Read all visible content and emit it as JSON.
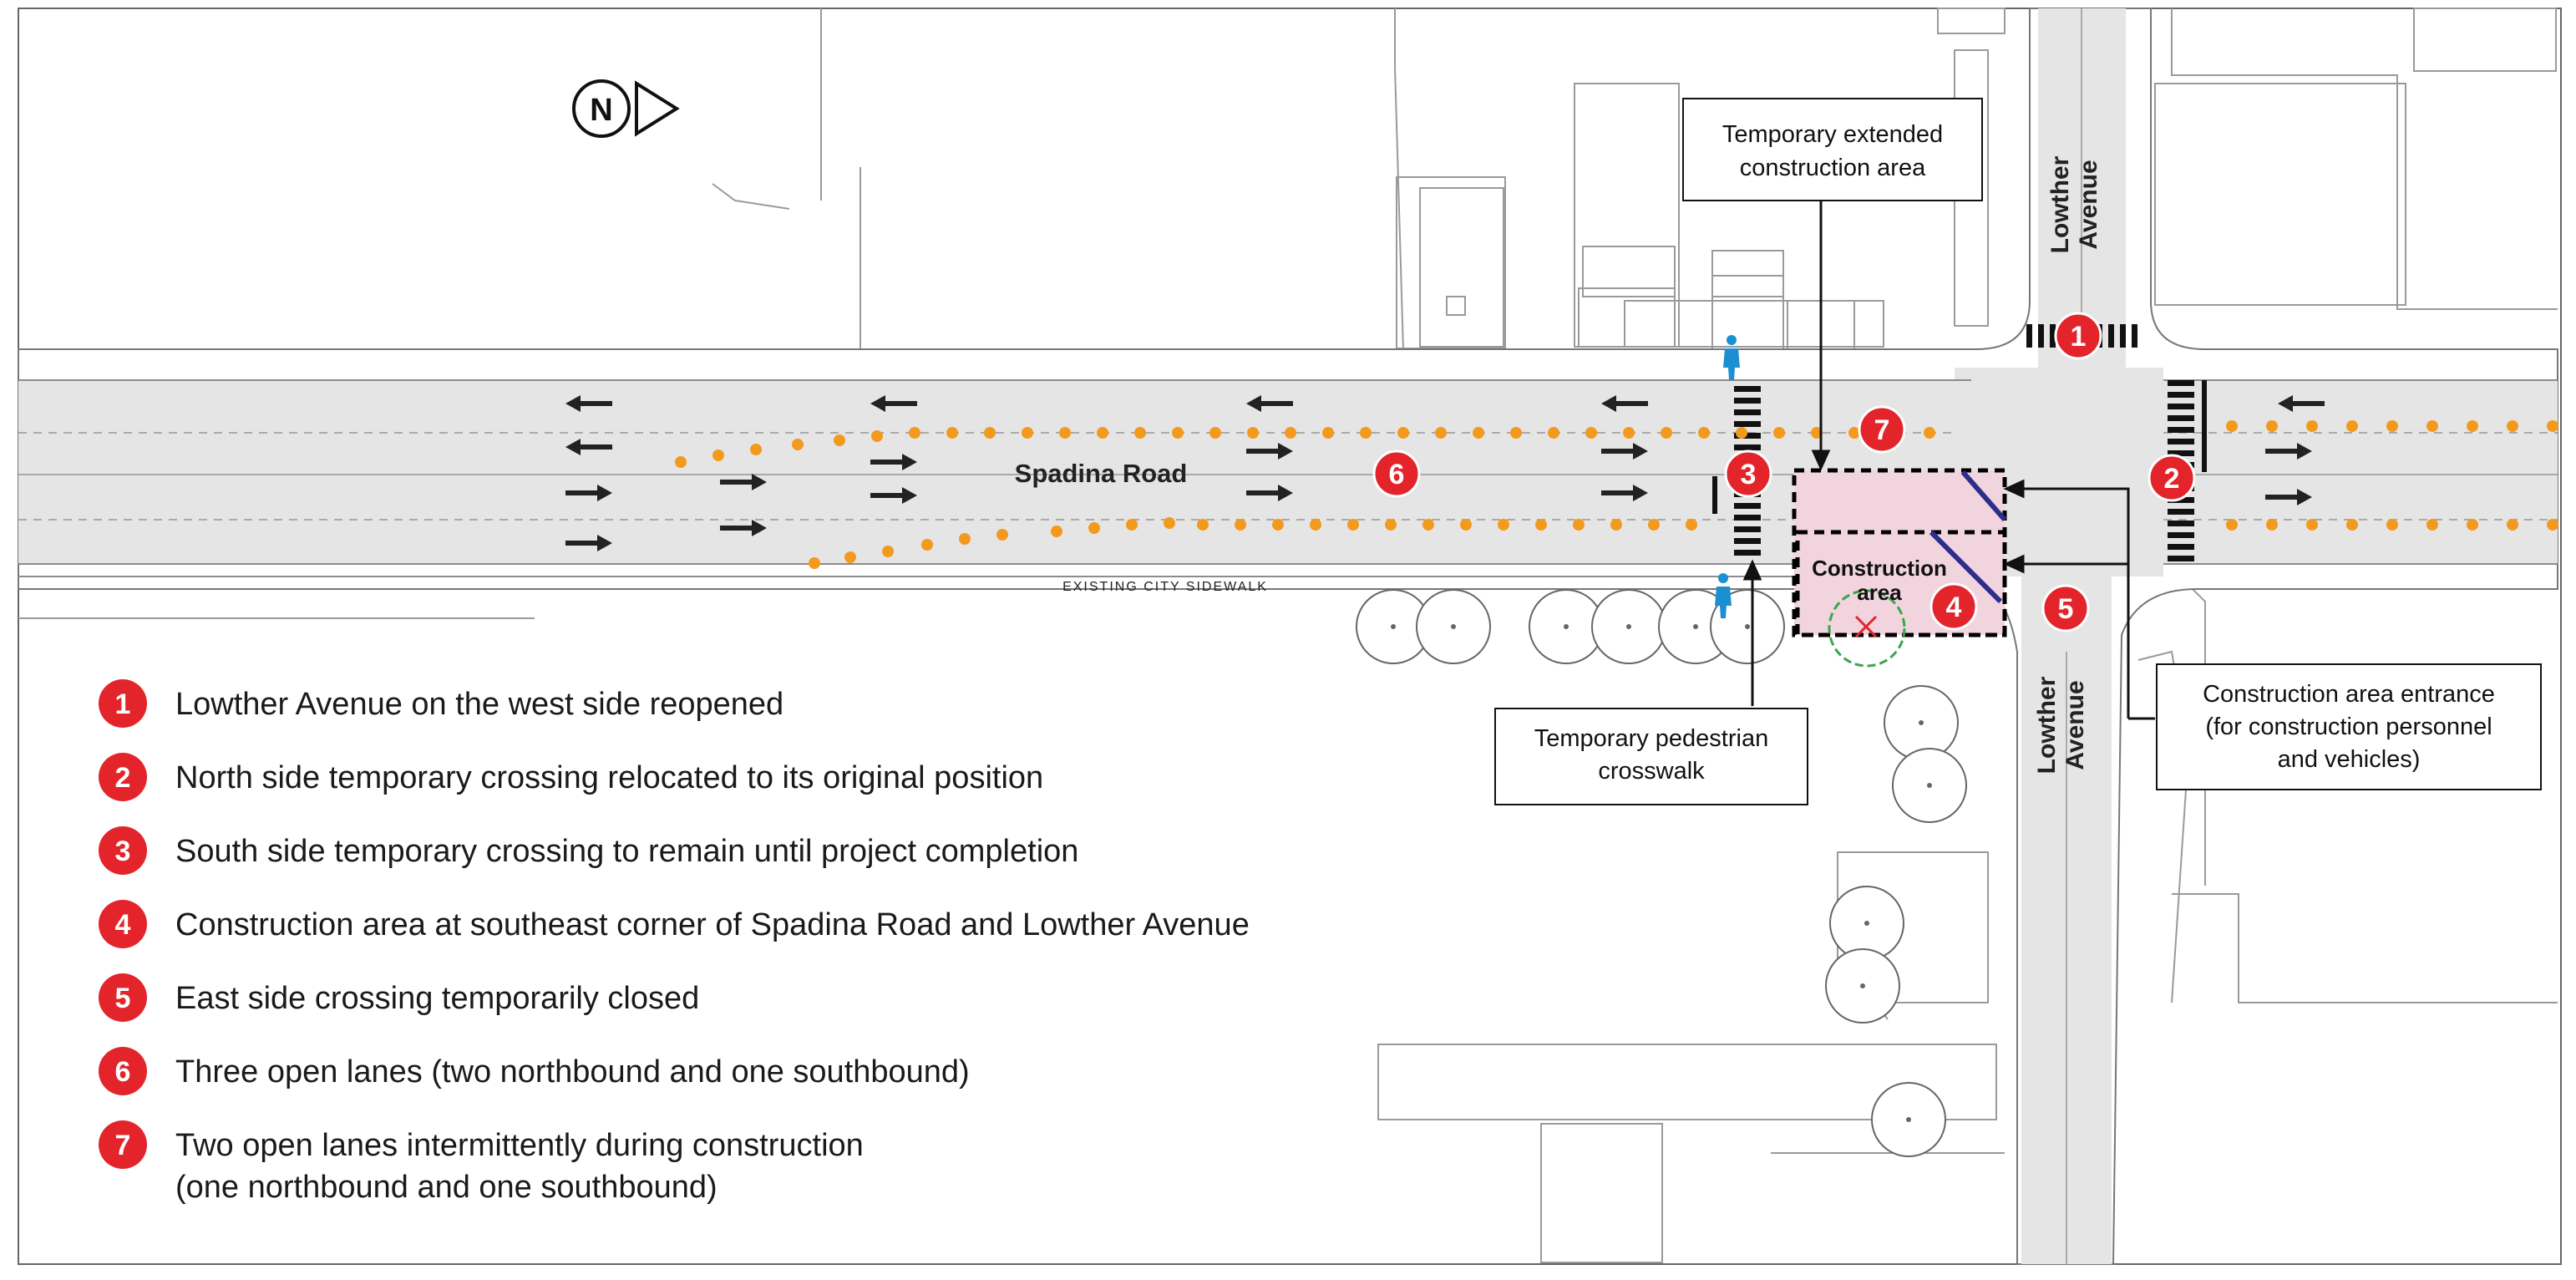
{
  "labels": {
    "spadina_road": "Spadina Road",
    "lowther_north_line1": "Lowther",
    "lowther_north_line2": "Avenue",
    "lowther_south_line1": "Lowther",
    "lowther_south_line2": "Avenue",
    "existing_sidewalk": "EXISTING CITY SIDEWALK",
    "construction_area_line1": "Construction",
    "construction_area_line2": "area",
    "north_symbol": "N"
  },
  "callouts": {
    "extended_area": [
      "Temporary extended",
      "construction area"
    ],
    "ped_crosswalk": [
      "Temporary pedestrian",
      "crosswalk"
    ],
    "entrance": [
      "Construction area entrance",
      "(for construction personnel",
      "and vehicles)"
    ]
  },
  "markers": [
    "1",
    "2",
    "3",
    "4",
    "5",
    "6",
    "7"
  ],
  "legend": [
    {
      "number": "1",
      "text": [
        "Lowther Avenue on the west side reopened"
      ]
    },
    {
      "number": "2",
      "text": [
        "North side temporary crossing relocated to its original position"
      ]
    },
    {
      "number": "3",
      "text": [
        "South side temporary crossing to remain until project completion"
      ]
    },
    {
      "number": "4",
      "text": [
        "Construction area at southeast corner of Spadina Road and Lowther Avenue"
      ]
    },
    {
      "number": "5",
      "text": [
        "East side crossing temporarily closed"
      ]
    },
    {
      "number": "6",
      "text": [
        "Three open lanes (two northbound and one southbound)"
      ]
    },
    {
      "number": "7",
      "text": [
        "Two open lanes intermittently during construction",
        "(one northbound and one southbound)"
      ]
    }
  ],
  "colors": {
    "marker_red": "#e3252b",
    "cone_orange": "#f39a1e",
    "construction_fill": "#f2d4df",
    "road_grey": "#e5e5e5",
    "pedestrian_blue": "#1c8fd1",
    "barrier_blue": "#2b2f8a",
    "tree_green": "#3aa54a"
  },
  "icons": [
    "north-arrow-icon",
    "pedestrian-icon",
    "lane-arrow-icon",
    "traffic-cone-icon"
  ]
}
